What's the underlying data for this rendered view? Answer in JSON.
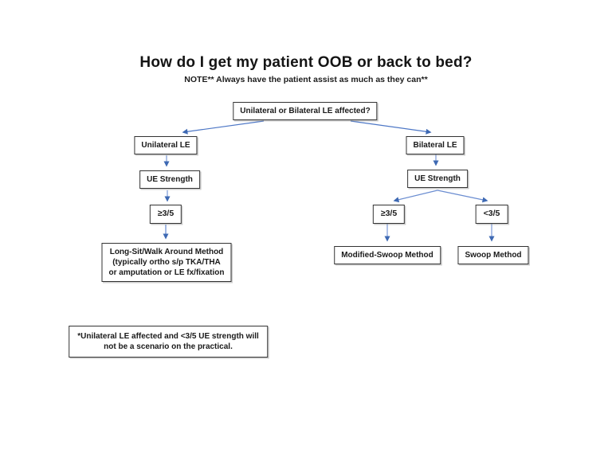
{
  "page": {
    "title": "How do I get my patient OOB or back to bed?",
    "subtitle": "NOTE** Always have the patient assist as much as they can**"
  },
  "flowchart": {
    "root_question": "Unilateral or Bilateral LE affected?",
    "left_branch": {
      "condition": "Unilateral LE",
      "strength": "UE Strength",
      "threshold": "≥3/5",
      "method_title": "Long-Sit/Walk Around Method",
      "method_detail_1": "(typically ortho s/p TKA/THA",
      "method_detail_2": "or amputation or LE fx/fixation"
    },
    "right_branch": {
      "condition": "Bilateral LE",
      "strength": "UE Strength",
      "threshold_high": "≥3/5",
      "threshold_low": "<3/5",
      "method_high": "Modified-Swoop Method",
      "method_low": "Swoop Method"
    },
    "footnote": {
      "line1": "*Unilateral LE affected and <3/5 UE strength will",
      "line2": "not be a scenario on the practical."
    }
  },
  "colors": {
    "arrow_line": "#7a99d8",
    "arrow_diagonal": "#4d77c6",
    "arrowhead": "#3e69b3",
    "box_border": "#333333",
    "text": "#1a1a1a"
  }
}
